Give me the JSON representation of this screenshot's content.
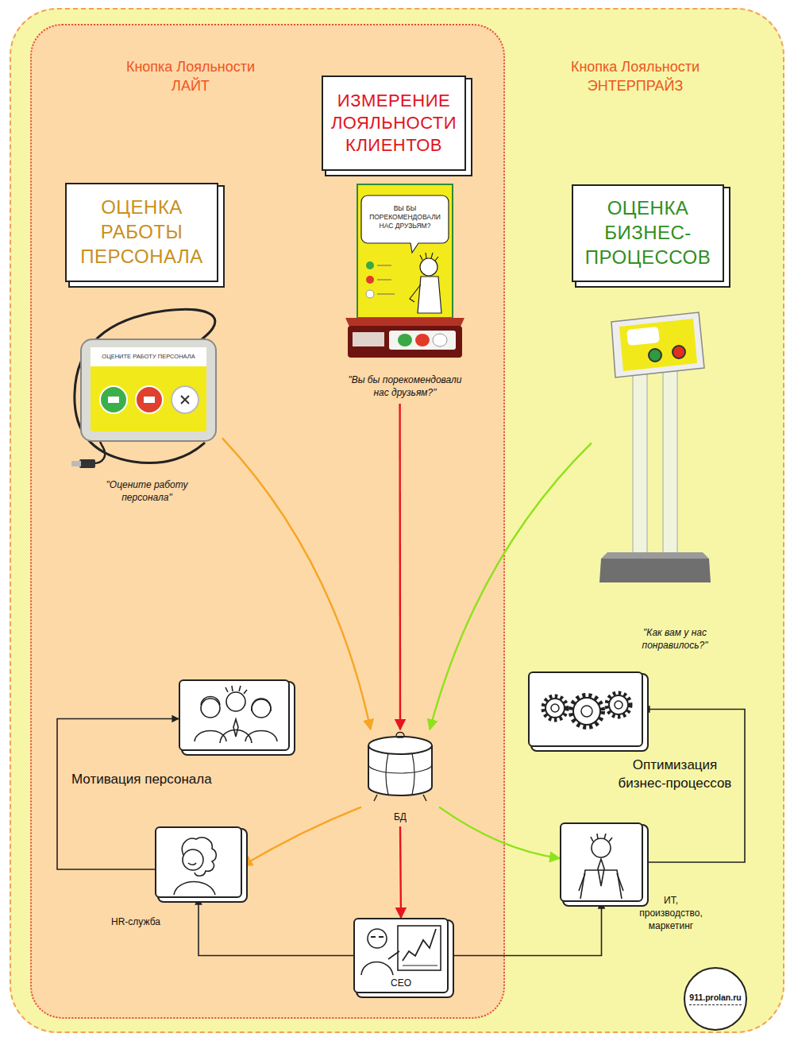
{
  "diagram": {
    "nodes": [
      {
        "text": [
          "Кнопка Лояльности ЭНТЕРПРАЙЗ"
        ]
      },
      {
        "text": [
          "Кнопка Лояльности ЛАЙТ"
        ],
        "in": 0
      },
      {
        "text": [
          "ИЗМЕРЕНИЕ ЛОЯЛЬНОСТИ КЛИЕНТОВ"
        ],
        "in": 1
      },
      {
        "text": [
          "ОЦЕНКА РАБОТЫ ПЕРСОНАЛА"
        ],
        "in": 1
      },
      {
        "text": [
          "ОЦЕНКА БИЗНЕС-ПРОЦЕССОВ"
        ],
        "in": 0
      },
      {
        "text": [
          "ВЫ БЫ ПОРЕКОМЕНДОВАЛИ НАС ДРУЗЬЯМ?",
          "\"Вы бы порекомендовали нас друзьям?\""
        ],
        "in": 1
      },
      {
        "text": [
          "ОЦЕНИТЕ РАБОТУ ПЕРСОНАЛА",
          "\"Оцените работу персонала\""
        ],
        "in": 1
      },
      {
        "text": [
          "\"Как вам у нас понравилось?\""
        ],
        "in": 0
      },
      {
        "text": [
          "Мотивация персонала"
        ],
        "in": 1
      },
      {
        "text": [
          "Оптимизация бизнес-процессов"
        ],
        "in": 0
      },
      {
        "text": [
          "БД"
        ],
        "in": 1
      },
      {
        "text": [
          "HR-служба"
        ],
        "in": 1
      },
      {
        "text": [
          "ИТ, производство, маркетинг"
        ],
        "in": 0
      },
      {
        "text": [
          "CEO"
        ],
        "in": 1
      },
      {
        "text": [
          "911.prolan.ru"
        ],
        "in": 0
      }
    ],
    "edges": [
      {
        "from": 6,
        "to": 10,
        "arrow": "to"
      },
      {
        "from": 5,
        "to": 10,
        "arrow": "to"
      },
      {
        "from": 7,
        "to": 10,
        "arrow": "to"
      },
      {
        "from": 10,
        "to": 11,
        "arrow": "to"
      },
      {
        "from": 10,
        "to": 13,
        "arrow": "to"
      },
      {
        "from": 10,
        "to": 12,
        "arrow": "to"
      },
      {
        "from": 13,
        "to": 11,
        "arrow": "to"
      },
      {
        "from": 13,
        "to": 12,
        "arrow": "to"
      },
      {
        "from": 11,
        "to": 8,
        "arrow": "to"
      },
      {
        "from": 12,
        "to": 9,
        "arrow": "to"
      }
    ]
  }
}
